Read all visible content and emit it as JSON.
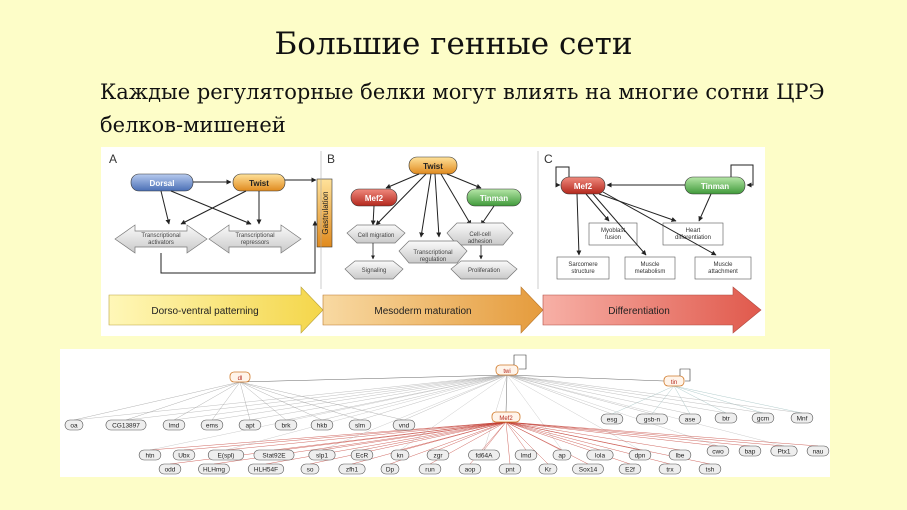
{
  "title": "Большие генные сети",
  "subtitle": "Каждые регуляторные белки могут влиять на многие сотни ЦРЭ белков-мишеней",
  "colors": {
    "slide_bg": "#fdfdc8",
    "blue": "#6d8ec9",
    "orange": "#f0a23a",
    "red": "#c0362c",
    "green": "#4aa24a"
  },
  "figure1": {
    "panel_a": {
      "letter": "A",
      "dorsal": "Dorsal",
      "twist": "Twist",
      "activators": "Transcriptional activators",
      "repressors": "Transcriptional repressors",
      "gastrulation": "Gastrulation"
    },
    "panel_b": {
      "letter": "B",
      "twist": "Twist",
      "mef2": "Mef2",
      "tinman": "Tinman",
      "cell_migration": "Cell migration",
      "cell_adhesion": "Cell-cell adhesion",
      "transcriptional_regulation": "Transcriptional regulation",
      "signaling": "Signaling",
      "proliferation": "Proliferation"
    },
    "panel_c": {
      "letter": "C",
      "mef2": "Mef2",
      "tinman": "Tinman",
      "myoblast_fusion": "Myoblast fusion",
      "heart_differentiation": "Heart differentiation",
      "sarcomere_structure": "Sarcomere structure",
      "muscle_metabolism": "Muscle metabolism",
      "muscle_attachment": "Muscle attachment"
    },
    "stages": [
      "Dorso-ventral patterning",
      "Mesoderm maturation",
      "Differentiation"
    ]
  },
  "figure2": {
    "regulators": {
      "dl": "dl",
      "twi": "twi",
      "tin": "tin",
      "mef2": "Mef2"
    },
    "row1": [
      "oa",
      "CG13897",
      "lmd",
      "ems",
      "apt",
      "brk",
      "hkb",
      "slm",
      "vnd"
    ],
    "row1_right": [
      "esg",
      "gsb-n",
      "ase",
      "btr",
      "gcm",
      "Mnf"
    ],
    "row2": [
      "htn",
      "Ubx",
      "E(spl)",
      "Stat92E",
      "slp1",
      "EcR",
      "kn",
      "zgr",
      "fd64A",
      "lmd",
      "ap",
      "lola",
      "dpn",
      "lbe",
      "cwo",
      "bap",
      "Ptx1",
      "nau"
    ],
    "row3": [
      "odd",
      "HLHmg",
      "HLH54F",
      "so",
      "zfh1",
      "Dp",
      "run",
      "aop",
      "pnt",
      "Kr",
      "Sox14",
      "E2f",
      "trx",
      "tsh"
    ]
  }
}
